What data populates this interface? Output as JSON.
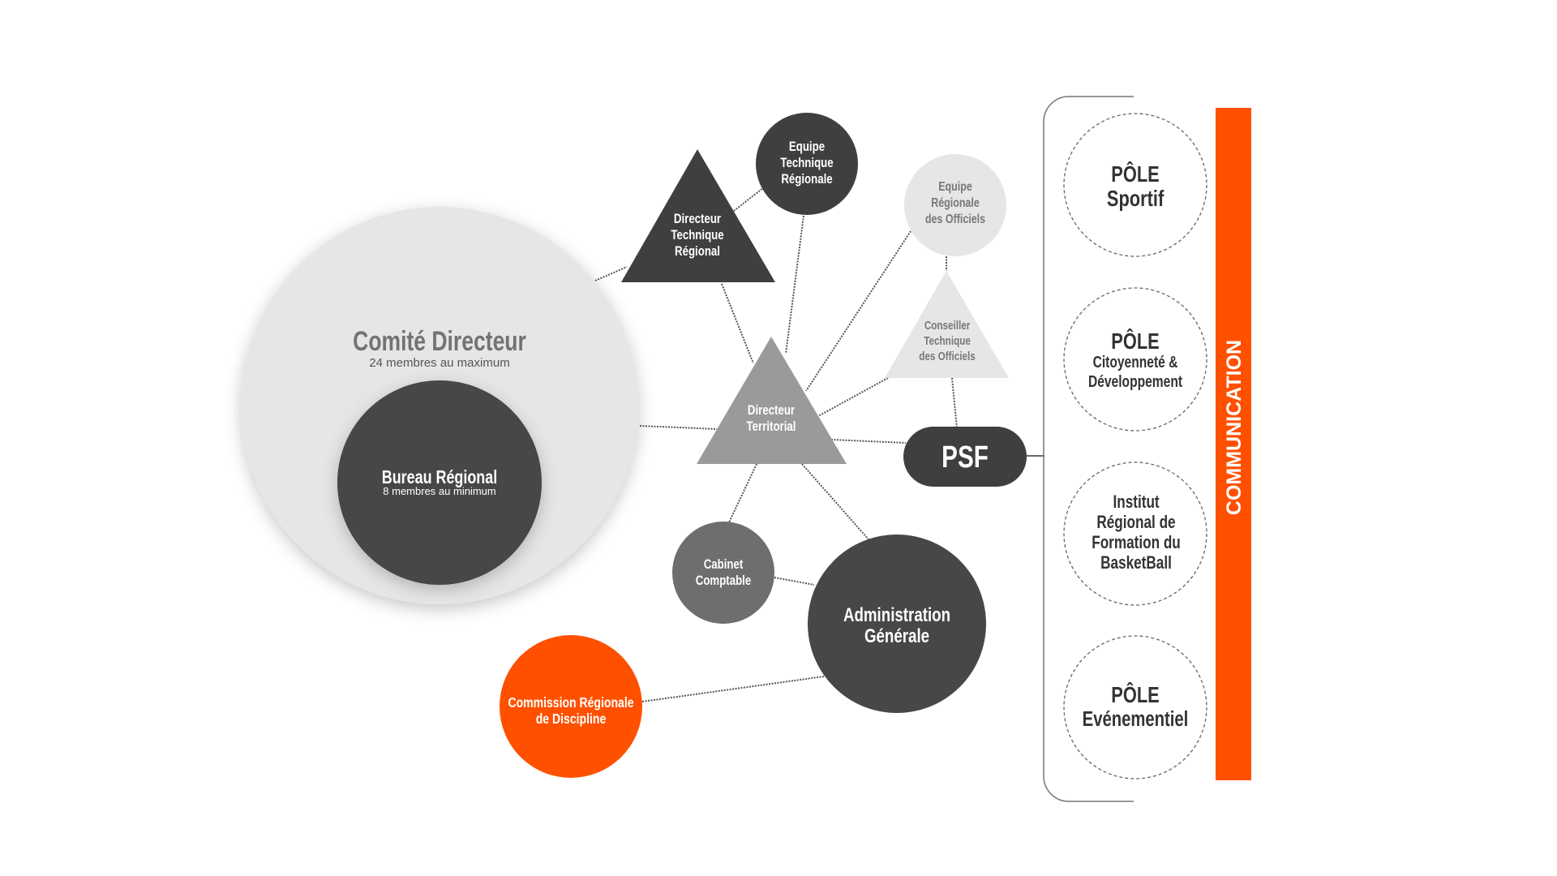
{
  "colors": {
    "accent": "#ff5000",
    "dark": "#474747",
    "mid": "#9a9a9a",
    "light": "#e6e6e6",
    "cabinet": "#6e6e6e"
  },
  "comite": {
    "title": "Comité Directeur",
    "subtitle": "24 membres au maximum"
  },
  "bureau": {
    "title": "Bureau Régional",
    "subtitle": "8 membres au minimum"
  },
  "dtr": {
    "lines": [
      "Directeur",
      "Technique",
      "Régional"
    ]
  },
  "etr": {
    "lines": [
      "Equipe",
      "Technique",
      "Régionale"
    ]
  },
  "ero": {
    "lines": [
      "Equipe",
      "Régionale",
      "des Officiels"
    ]
  },
  "cto": {
    "lines": [
      "Conseiller",
      "Technique",
      "des Officiels"
    ]
  },
  "dt": {
    "lines": [
      "Directeur",
      "Territorial"
    ]
  },
  "psf": {
    "label": "PSF"
  },
  "cabinet": {
    "lines": [
      "Cabinet",
      "Comptable"
    ]
  },
  "admin": {
    "lines": [
      "Administration",
      "Générale"
    ]
  },
  "commission": {
    "lines": [
      "Commission Régionale",
      "de Discipline"
    ]
  },
  "poles": [
    {
      "lines": [
        "PÔLE",
        "Sportif"
      ]
    },
    {
      "lines": [
        "PÔLE",
        "Citoyenneté &",
        "Développement"
      ]
    },
    {
      "lines": [
        "Institut",
        "Régional de",
        "Formation du",
        "BasketBall"
      ]
    },
    {
      "lines": [
        "PÔLE",
        "Evénementiel"
      ]
    }
  ],
  "communication": {
    "label": "COMMUNICATION"
  }
}
